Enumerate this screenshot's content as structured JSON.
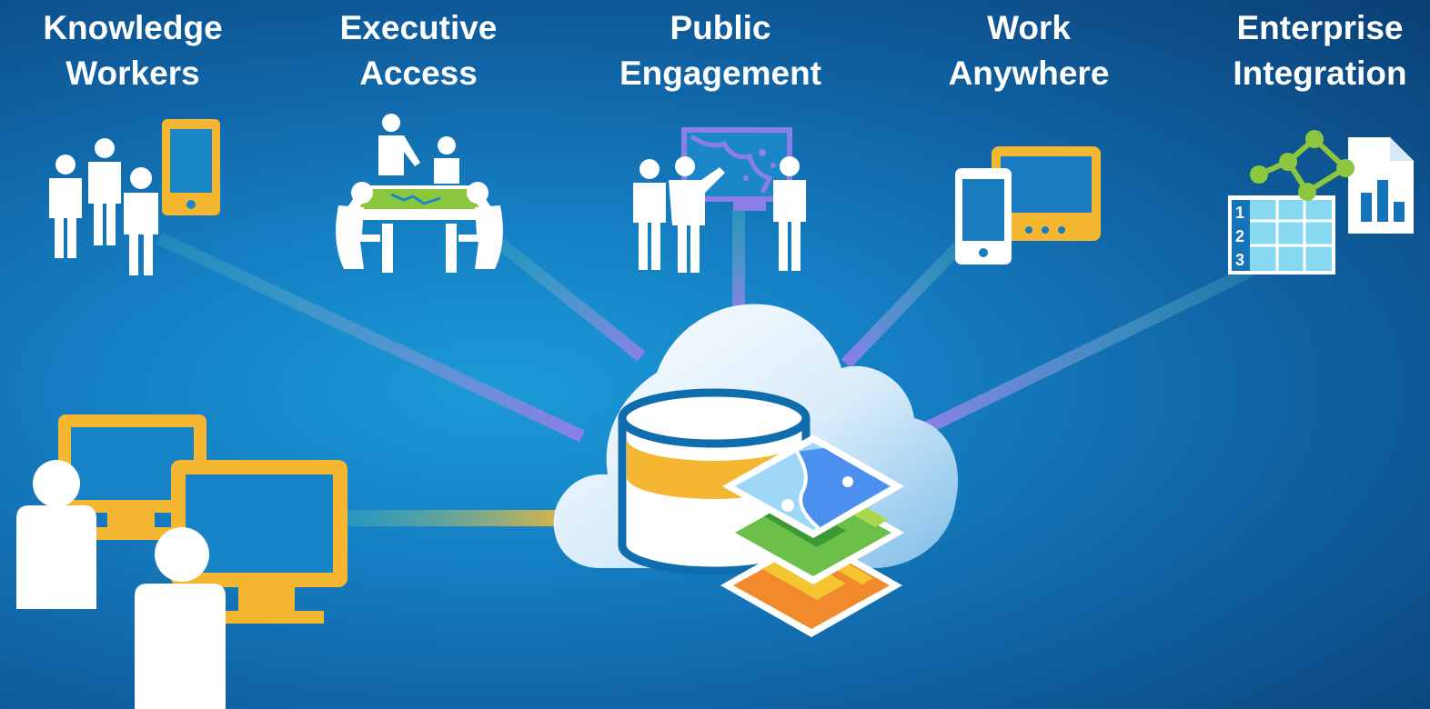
{
  "audiences": [
    {
      "line1": "Knowledge",
      "line2": "Workers"
    },
    {
      "line1": "Executive",
      "line2": "Access"
    },
    {
      "line1": "Public",
      "line2": "Engagement"
    },
    {
      "line1": "Work",
      "line2": "Anywhere"
    },
    {
      "line1": "Enterprise",
      "line2": "Integration"
    }
  ],
  "icons": [
    "people-with-phone-icon",
    "meeting-table-icon",
    "presentation-map-icon",
    "phone-and-tablet-icon",
    "data-integration-icon",
    "desktop-users-icon",
    "cloud-database-icon",
    "map-layers-icon"
  ],
  "colors": {
    "background_light": "#1b9ad6",
    "background_dark": "#0a3f74",
    "device_yellow": "#f5b731",
    "connector_purple": "#8b7fe6",
    "map_green": "#6cc04a",
    "map_orange": "#f08a2c",
    "water_blue": "#4c90ef"
  }
}
